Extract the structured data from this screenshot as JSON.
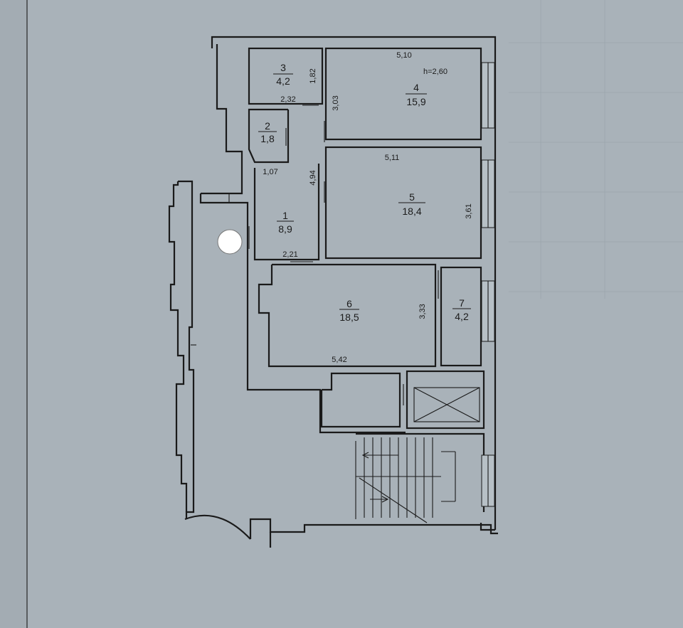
{
  "rooms": [
    {
      "number": "1",
      "area": "8,9"
    },
    {
      "number": "2",
      "area": "1,8"
    },
    {
      "number": "3",
      "area": "4,2"
    },
    {
      "number": "4",
      "area": "15,9"
    },
    {
      "number": "5",
      "area": "18,4"
    },
    {
      "number": "6",
      "area": "18,5"
    },
    {
      "number": "7",
      "area": "4,2"
    }
  ],
  "ceiling_height": "h=2,60",
  "dimensions": {
    "room4_width": "5,10",
    "room4_depth": "3,03",
    "room3_width": "2,32",
    "room3_depth": "1,82",
    "room5_width": "5,11",
    "room5_depth": "3,61",
    "room1_width": "1,07",
    "room1_depth": "4,94",
    "room1_bottom": "2,21",
    "room6_width": "5,42",
    "room6_depth": "3,33"
  }
}
